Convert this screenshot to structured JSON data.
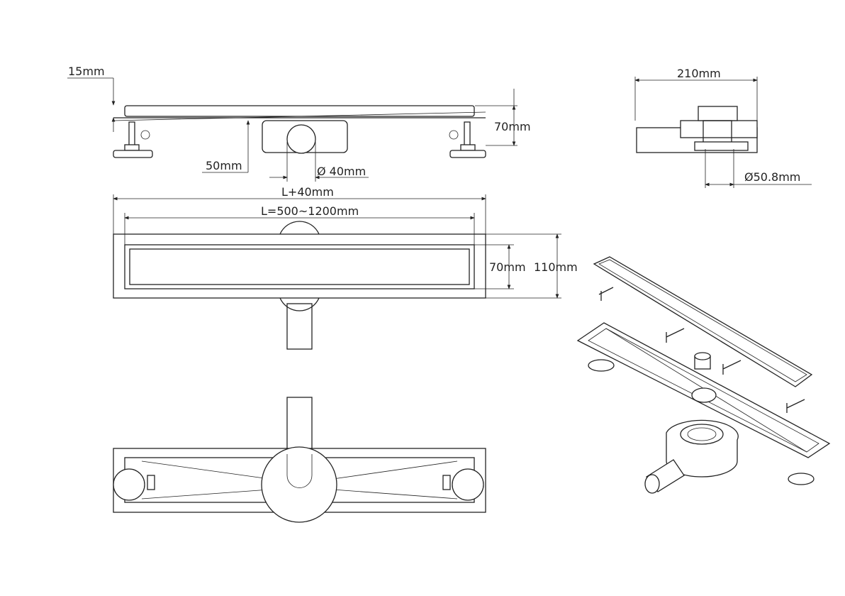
{
  "title": "Linear shower drain technical drawing",
  "side_view": {
    "grate_thickness": "15mm",
    "total_height": "70mm",
    "outlet_height": "50mm",
    "outlet_diameter": "Ø 40mm"
  },
  "plan_view": {
    "overall_length": "L+40mm",
    "length_range": "L=500~1200mm",
    "grate_width": "70mm",
    "flange_width": "110mm"
  },
  "end_view": {
    "overall_width": "210mm",
    "trap_diameter": "Ø50.8mm"
  }
}
